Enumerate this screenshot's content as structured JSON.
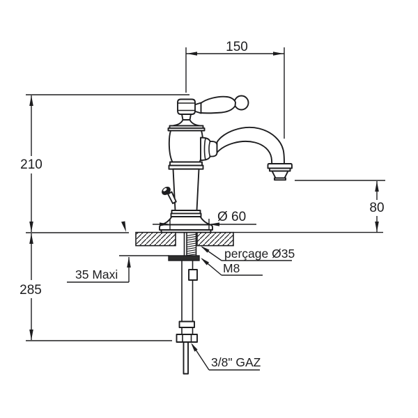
{
  "drawing": {
    "description": "Technical dimension drawing of a classic single-hole basin mixer tap, side view, with mounting detail through countertop",
    "unit": "mm",
    "dimensions": {
      "spout_reach": "150",
      "height_above_deck": "210",
      "height_below_deck": "285",
      "spout_outlet_height": "80",
      "deck_thickness_max": "35 Maxi",
      "base_diameter": "Ø 60",
      "drill_hole": "perçage Ø35",
      "fixing_stud": "M8",
      "inlet_connection": "3/8\" GAZ"
    },
    "colors": {
      "line": "#1d1d1f",
      "background": "#ffffff",
      "washer_fill": "#2e2e2e"
    }
  }
}
